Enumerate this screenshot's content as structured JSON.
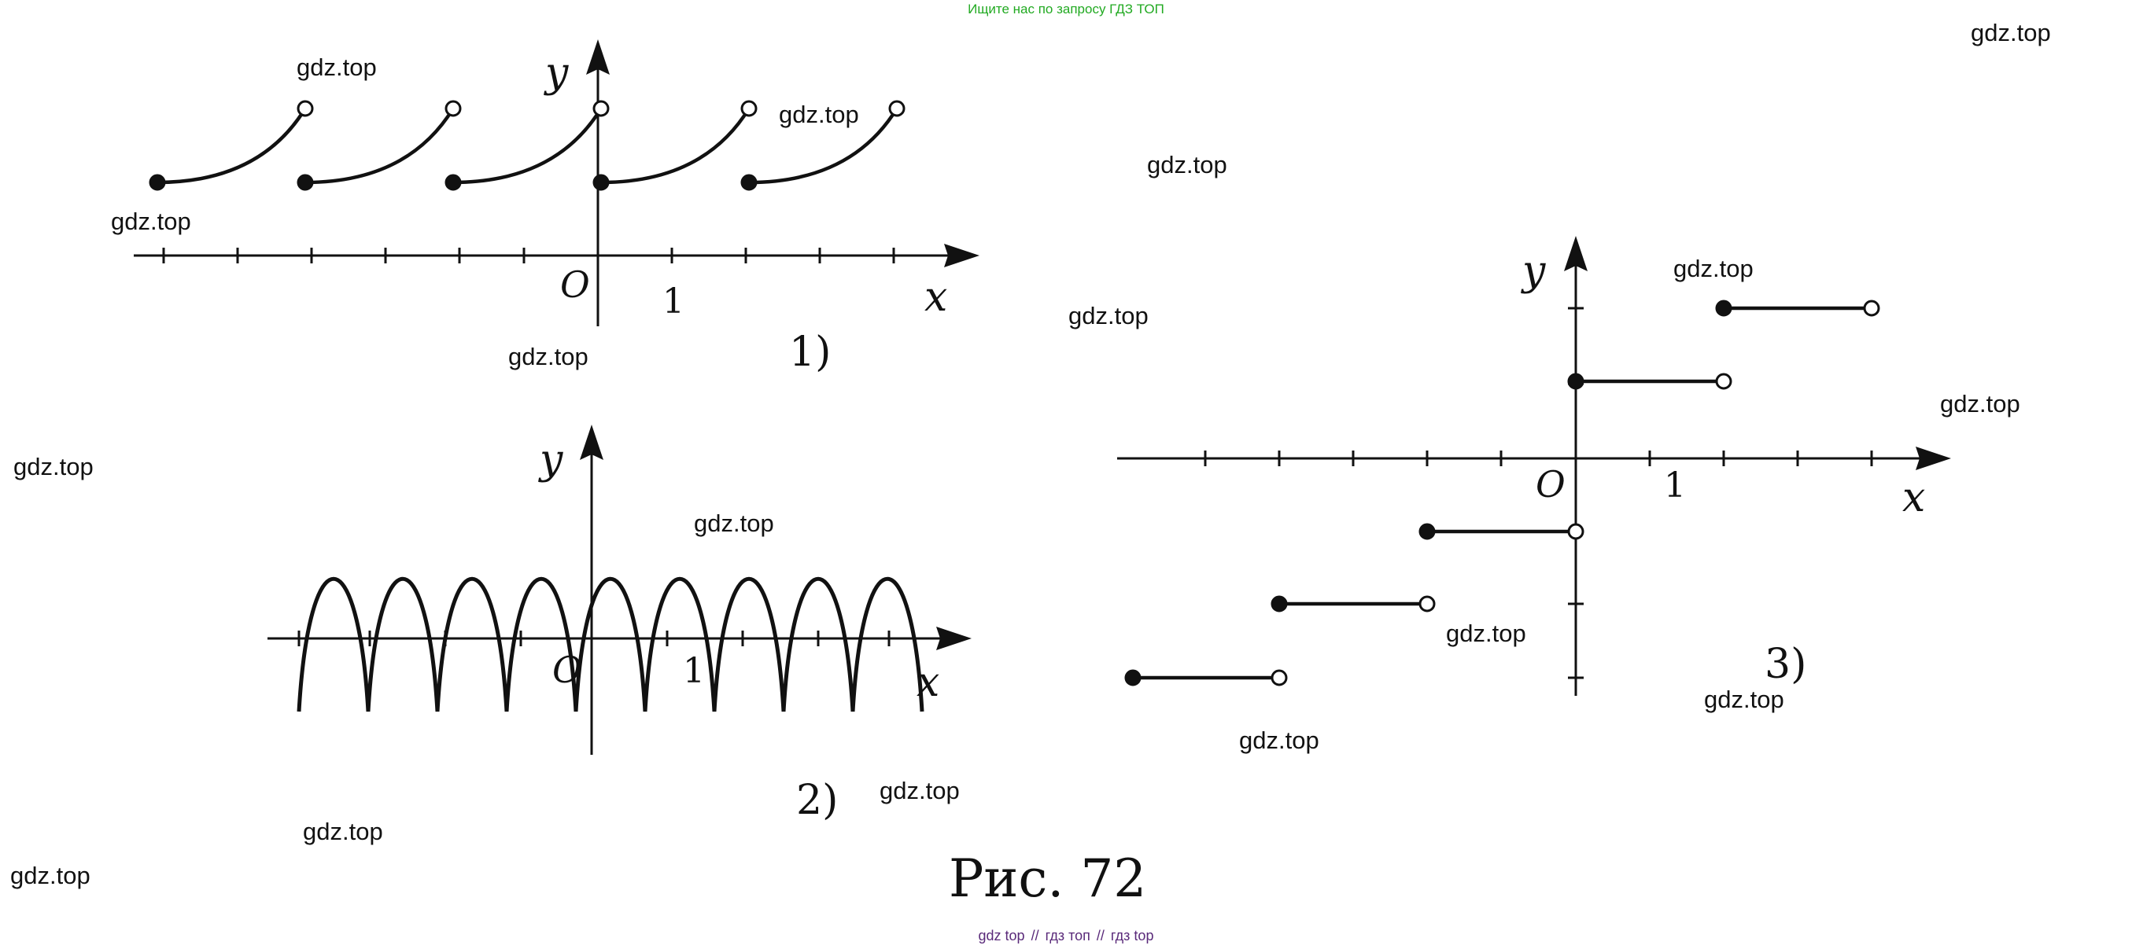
{
  "header": {
    "search_hint": "Ищите нас по запросу ГДЗ ТОП"
  },
  "figure": {
    "caption": "Рис. 72",
    "panel_1": {
      "label": "1)",
      "x_axis": "x",
      "y_axis": "y",
      "origin": "O",
      "unit_tick": "1"
    },
    "panel_2": {
      "label": "2)",
      "x_axis": "x",
      "y_axis": "y",
      "origin": "O",
      "unit_tick": "1"
    },
    "panel_3": {
      "label": "3)",
      "x_axis": "x",
      "y_axis": "y",
      "origin": "O",
      "unit_tick": "1"
    }
  },
  "watermarks": [
    "gdz.top",
    "gdz.top",
    "gdz.top",
    "gdz.top",
    "gdz.top",
    "gdz.top",
    "gdz.top",
    "gdz.top",
    "gdz.top",
    "gdz.top",
    "gdz.top",
    "gdz.top",
    "gdz.top",
    "gdz.top",
    "gdz.top",
    "gdz.top",
    "gdz.top"
  ],
  "footer": {
    "links": [
      "gdz top",
      "гдз топ",
      "гдз top"
    ],
    "separator": "//"
  }
}
